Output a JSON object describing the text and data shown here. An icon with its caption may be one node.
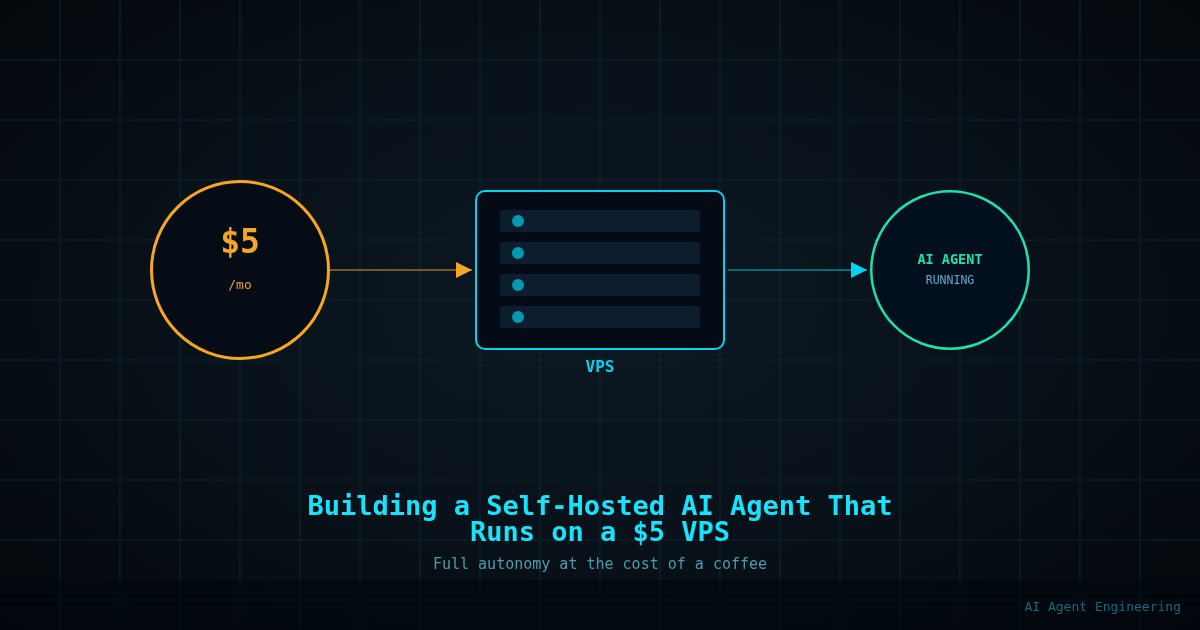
{
  "diagram": {
    "title": "Building a Self-Hosted AI Agent That Runs on a $5 VPS",
    "caption": "Full autonomy at the cost of a coffee",
    "nodes": [
      {
        "text": [
          "$5",
          "/mo"
        ]
      },
      {
        "text": [
          "VPS"
        ]
      },
      {
        "text": [
          "AI AGENT",
          "RUNNING"
        ]
      }
    ],
    "edges": [
      {
        "from": 0,
        "to": 1,
        "arrow": "to",
        "color": "#f5a623"
      },
      {
        "from": 1,
        "to": 2,
        "arrow": "to",
        "color": "#00d4f0"
      }
    ],
    "labels": [
      "AI Agent Engineering"
    ]
  }
}
